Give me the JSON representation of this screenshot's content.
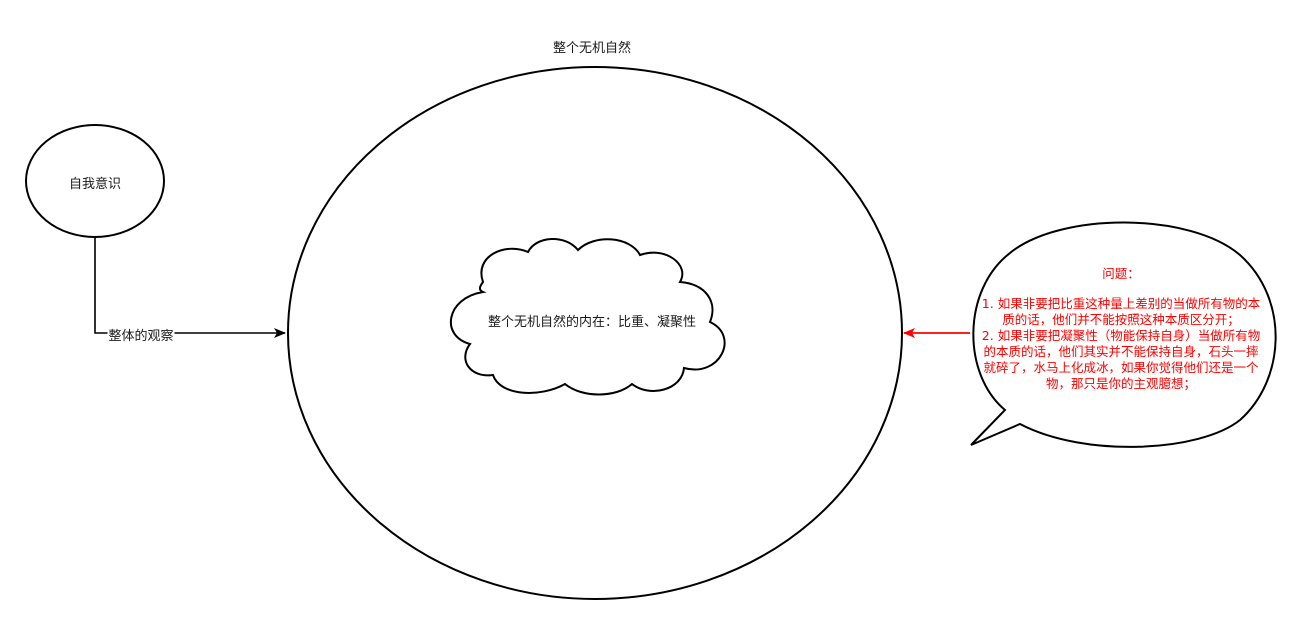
{
  "diagram": {
    "nodes": {
      "self_awareness": {
        "label": "自我意识"
      },
      "nature_title": {
        "label": "整个无机自然"
      },
      "inner_cloud": {
        "label": "整个无机自然的内在：比重、凝聚性"
      }
    },
    "edges": {
      "observation": {
        "label": "整体的观察"
      }
    },
    "callout": {
      "title": "问题：",
      "lines": [
        "1. 如果非要把比重这种量上差别的当做所有物的本质的话，他们并不能按照这种本质区分开；",
        "2. 如果非要把凝聚性（物能保持自身）当做所有物的本质的话，他们其实并不能保持自身，石头一摔就碎了，水马上化成冰，如果你觉得他们还是一个物，那只是你的主观臆想；"
      ]
    },
    "colors": {
      "stroke": "#000000",
      "callout_text": "#ff0000",
      "arrow_red": "#ff0000"
    }
  }
}
